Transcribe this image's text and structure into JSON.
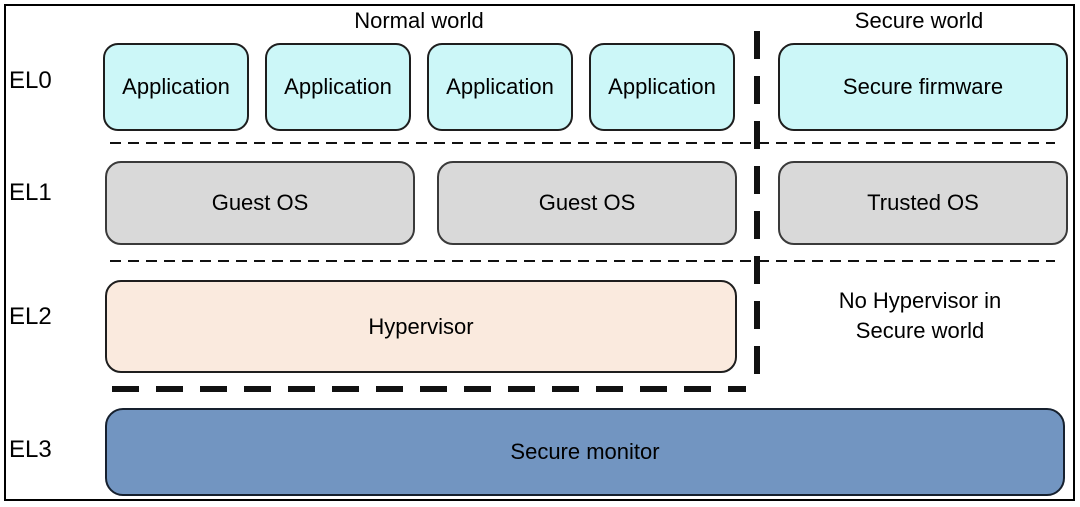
{
  "headers": {
    "normal_world": "Normal world",
    "secure_world": "Secure world"
  },
  "exception_levels": [
    "EL0",
    "EL1",
    "EL2",
    "EL3"
  ],
  "el0": {
    "applications": [
      "Application",
      "Application",
      "Application",
      "Application"
    ],
    "secure_firmware": "Secure firmware"
  },
  "el1": {
    "guest_os": [
      "Guest OS",
      "Guest OS"
    ],
    "trusted_os": "Trusted OS"
  },
  "el2": {
    "hypervisor": "Hypervisor",
    "note_line1": "No Hypervisor in",
    "note_line2": "Secure world"
  },
  "el3": {
    "secure_monitor": "Secure monitor"
  },
  "colors": {
    "application_fill": "#CCF7F8",
    "os_fill": "#D9D9D9",
    "hypervisor_fill": "#FAEADE",
    "secure_monitor_fill": "#7295C1",
    "line": "#111111"
  }
}
